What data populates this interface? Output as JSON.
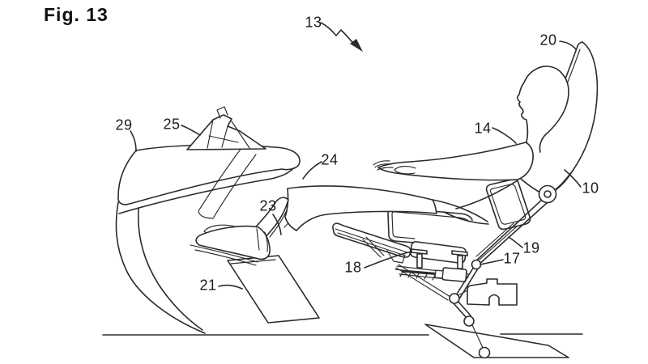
{
  "figure_title": "Fig. 13",
  "labels": {
    "n13": "13",
    "n20": "20",
    "n10": "10",
    "n14": "14",
    "n29": "29",
    "n25": "25",
    "n24": "24",
    "n23": "23",
    "n18": "18",
    "n17": "17",
    "n19": "19",
    "n21": "21"
  },
  "colors": {
    "ink": "#2b2b2b",
    "background": "#ffffff"
  }
}
